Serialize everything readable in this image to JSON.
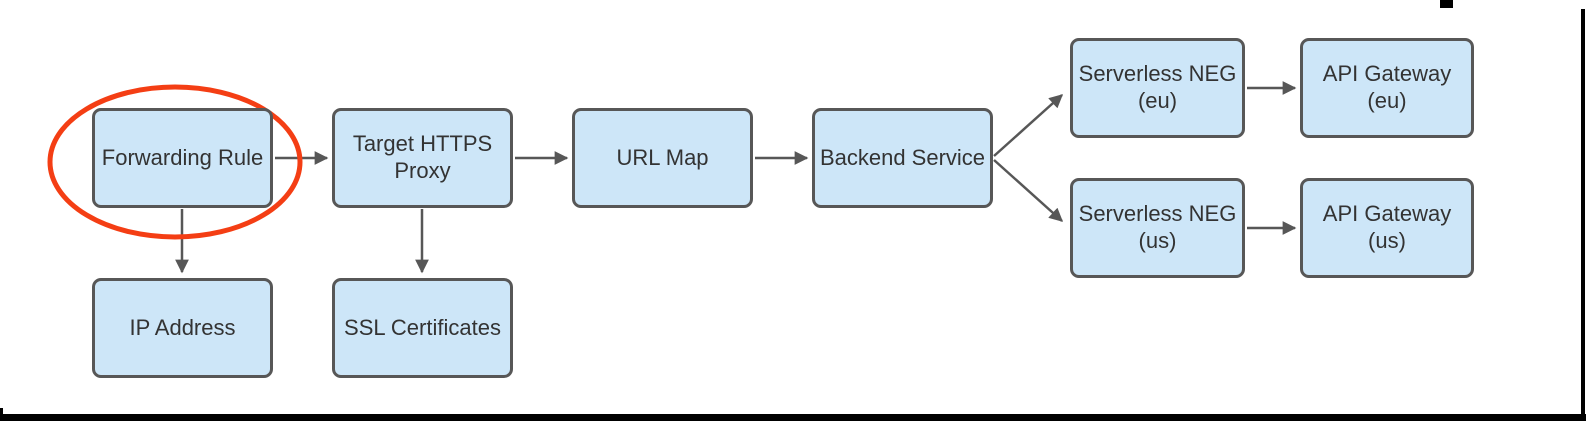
{
  "diagram": {
    "description": "Flowchart of an HTTPS load balancer routing to serverless NEGs and API gateways",
    "colors": {
      "node_fill": "#cde6f8",
      "node_border": "#575757",
      "arrow": "#575757",
      "text": "#333333",
      "highlight_ellipse": "#f43e14",
      "frame": "#000000",
      "background": "#ffffff"
    },
    "nodes": [
      {
        "id": "forwarding-rule",
        "label": "Forwarding Rule",
        "highlighted": true
      },
      {
        "id": "target-https-proxy",
        "label": "Target HTTPS\nProxy",
        "highlighted": false
      },
      {
        "id": "url-map",
        "label": "URL Map",
        "highlighted": false
      },
      {
        "id": "backend-service",
        "label": "Backend Service",
        "highlighted": false
      },
      {
        "id": "serverless-neg-eu",
        "label": "Serverless NEG\n(eu)",
        "highlighted": false
      },
      {
        "id": "api-gateway-eu",
        "label": "API Gateway\n(eu)",
        "highlighted": false
      },
      {
        "id": "serverless-neg-us",
        "label": "Serverless NEG\n(us)",
        "highlighted": false
      },
      {
        "id": "api-gateway-us",
        "label": "API Gateway\n(us)",
        "highlighted": false
      },
      {
        "id": "ip-address",
        "label": "IP Address",
        "highlighted": false
      },
      {
        "id": "ssl-certificates",
        "label": "SSL Certificates",
        "highlighted": false
      }
    ],
    "edges": [
      {
        "from": "forwarding-rule",
        "to": "target-https-proxy",
        "direction": "right"
      },
      {
        "from": "target-https-proxy",
        "to": "url-map",
        "direction": "right"
      },
      {
        "from": "url-map",
        "to": "backend-service",
        "direction": "right"
      },
      {
        "from": "backend-service",
        "to": "serverless-neg-eu",
        "direction": "up-right"
      },
      {
        "from": "backend-service",
        "to": "serverless-neg-us",
        "direction": "down-right"
      },
      {
        "from": "serverless-neg-eu",
        "to": "api-gateway-eu",
        "direction": "right"
      },
      {
        "from": "serverless-neg-us",
        "to": "api-gateway-us",
        "direction": "right"
      },
      {
        "from": "forwarding-rule",
        "to": "ip-address",
        "direction": "down"
      },
      {
        "from": "target-https-proxy",
        "to": "ssl-certificates",
        "direction": "down"
      }
    ],
    "annotation": {
      "shape": "ellipse",
      "around": "forwarding-rule",
      "color": "#f43e14"
    }
  }
}
